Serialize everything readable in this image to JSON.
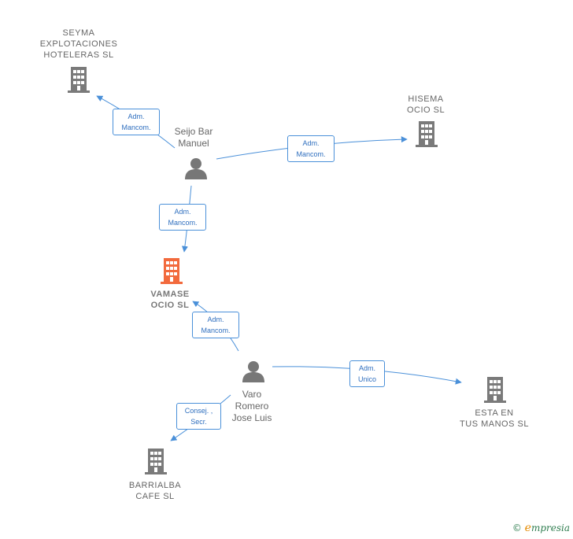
{
  "nodes": {
    "seyma": {
      "label_lines": [
        "SEYMA",
        "EXPLOTACIONES",
        "HOTELERAS SL"
      ],
      "type": "company"
    },
    "hisema": {
      "label_lines": [
        "HISEMA",
        "OCIO  SL"
      ],
      "type": "company"
    },
    "seijo": {
      "label_lines": [
        "Seijo Bar",
        "Manuel"
      ],
      "type": "person"
    },
    "vamase": {
      "label_lines": [
        "VAMASE",
        "OCIO  SL"
      ],
      "type": "company-focus"
    },
    "varo": {
      "label_lines": [
        "Varo",
        "Romero",
        "Jose Luis"
      ],
      "type": "person"
    },
    "esta": {
      "label_lines": [
        "ESTA EN",
        "TUS MANOS SL"
      ],
      "type": "company"
    },
    "barrialba": {
      "label_lines": [
        "BARRIALBA",
        "CAFE SL"
      ],
      "type": "company"
    }
  },
  "edges": [
    {
      "id": "seijo-seyma",
      "label_lines": [
        "Adm.",
        "Mancom."
      ]
    },
    {
      "id": "seijo-hisema",
      "label_lines": [
        "Adm.",
        "Mancom."
      ]
    },
    {
      "id": "seijo-vamase",
      "label_lines": [
        "Adm.",
        "Mancom."
      ]
    },
    {
      "id": "varo-vamase",
      "label_lines": [
        "Adm.",
        "Mancom."
      ]
    },
    {
      "id": "varo-esta",
      "label_lines": [
        "Adm.",
        "Unico"
      ]
    },
    {
      "id": "varo-barrialba",
      "label_lines": [
        "Consej. ,",
        "Secr."
      ]
    }
  ],
  "colors": {
    "edge": "#4a90d9",
    "company_icon": "#7a7a7a",
    "focus_icon": "#f26a3d",
    "person_icon": "#777777"
  },
  "footer": {
    "copyright": "©",
    "brand_initial": "e",
    "brand_rest": "mpresia"
  }
}
